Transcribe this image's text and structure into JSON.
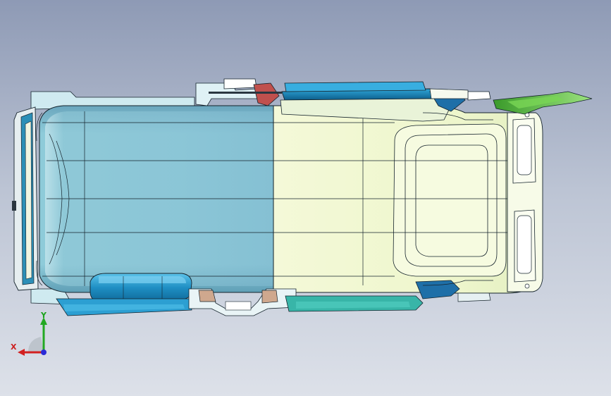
{
  "app": {
    "view": "top"
  },
  "model": {
    "name": "vehicle-body-underbody",
    "colors": {
      "cargo_floor": "#8ecbd9",
      "front_floor": "#f1f8cf",
      "outline_light": "#cfeaf0",
      "tank": "#2a9fd0",
      "green_bracket": "#56c23a",
      "red_part": "#c0504d",
      "teal_sill": "#38b5a8",
      "edge": "#15232c"
    }
  },
  "triad": {
    "x_label": "X",
    "y_label": "Y",
    "x_color": "#d22020",
    "y_color": "#22a822",
    "z_color": "#2a2ad6"
  }
}
